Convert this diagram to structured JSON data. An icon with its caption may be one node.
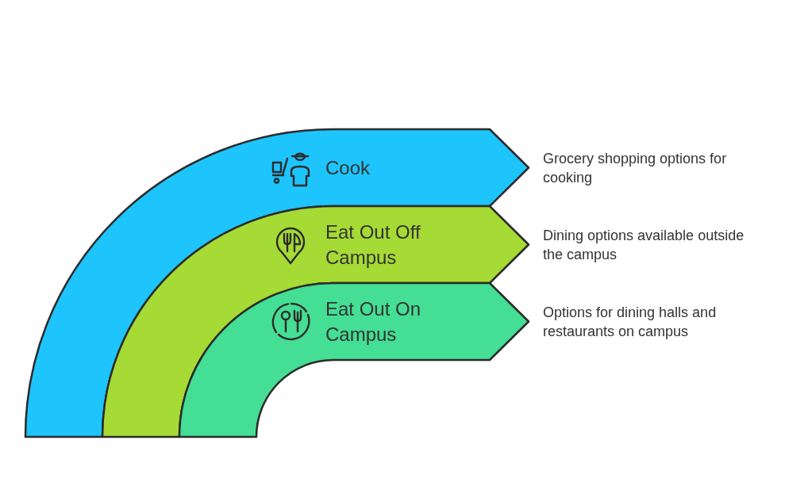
{
  "diagram": {
    "nodes": [
      {
        "text": [
          "Cook"
        ],
        "beside": [
          "Grocery shopping options for cooking"
        ]
      },
      {
        "text": [
          "Eat Out Off Campus"
        ],
        "beside": [
          "Dining options available outside the campus"
        ]
      },
      {
        "text": [
          "Eat Out On Campus"
        ],
        "beside": [
          "Options for dining halls and restaurants on campus"
        ]
      }
    ]
  }
}
